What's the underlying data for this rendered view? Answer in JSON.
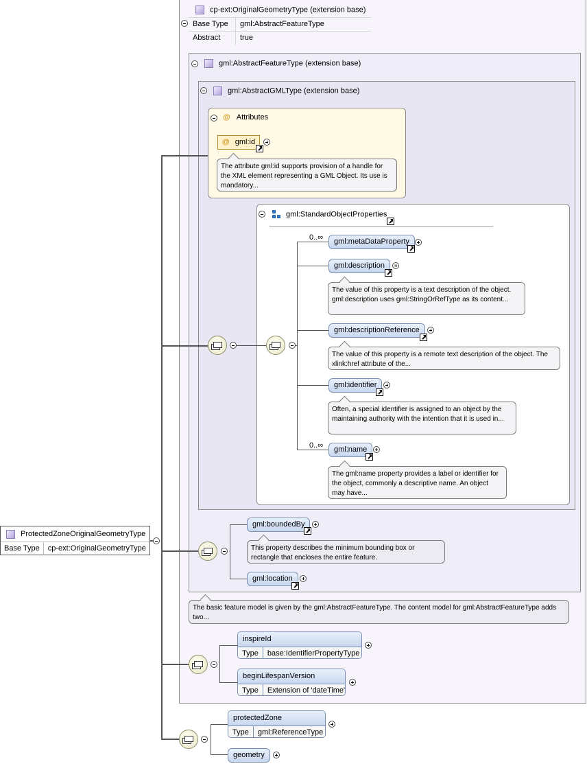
{
  "root": {
    "title": "ProtectedZoneOriginalGeometryType",
    "base_type_label": "Base Type",
    "base_type_value": "cp-ext:OriginalGeometryType"
  },
  "ext_base": {
    "title": "cp-ext:OriginalGeometryType (extension base)",
    "rows": [
      {
        "label": "Base Type",
        "value": "gml:AbstractFeatureType"
      },
      {
        "label": "Abstract",
        "value": "true"
      }
    ]
  },
  "abstract_feature": {
    "title": "gml:AbstractFeatureType (extension base)"
  },
  "abstract_gml": {
    "title": "gml:AbstractGMLType (extension base)"
  },
  "attributes": {
    "title": "Attributes",
    "id_label": "gml:id",
    "id_note": "The attribute gml:id supports provision of a handle for the XML element representing a GML Object. Its use is mandatory..."
  },
  "standard_props": {
    "title": "gml:StandardObjectProperties",
    "elements": [
      {
        "name": "gml:metaDataProperty",
        "cardinality": "0..∞"
      },
      {
        "name": "gml:description",
        "note": "The value of this property is a text description of the object. gml:description uses gml:StringOrRefType as its content..."
      },
      {
        "name": "gml:descriptionReference",
        "note": "The value of this property is a remote text description of the object. The xlink:href attribute of the..."
      },
      {
        "name": "gml:identifier",
        "note": "Often, a special identifier is assigned to an object by the maintaining authority with the intention that it is used in..."
      },
      {
        "name": "gml:name",
        "cardinality": "0..∞",
        "note": "The gml:name property provides a label or identifier for the object, commonly a descriptive name. An object may have..."
      }
    ]
  },
  "bounded": {
    "name": "gml:boundedBy",
    "note": "This property describes the minimum bounding box or rectangle that encloses the entire feature."
  },
  "location": {
    "name": "gml:location"
  },
  "feature_note": "The basic feature model is given by the gml:AbstractFeatureType. The content model for gml:AbstractFeatureType adds two...",
  "inspire": {
    "name": "inspireId",
    "type_label": "Type",
    "type_value": "base:IdentifierPropertyType"
  },
  "begin": {
    "name": "beginLifespanVersion",
    "type_label": "Type",
    "type_value": "Extension of 'dateTime'"
  },
  "protected": {
    "name": "protectedZone",
    "type_label": "Type",
    "type_value": "gml:ReferenceType"
  },
  "geometry": {
    "name": "geometry"
  },
  "attr_symbol": "@",
  "colors": {
    "attributes_bg": "#fff9e6",
    "element_fill": "#c8d7ef",
    "panel_bg": "#f6f4fb"
  }
}
